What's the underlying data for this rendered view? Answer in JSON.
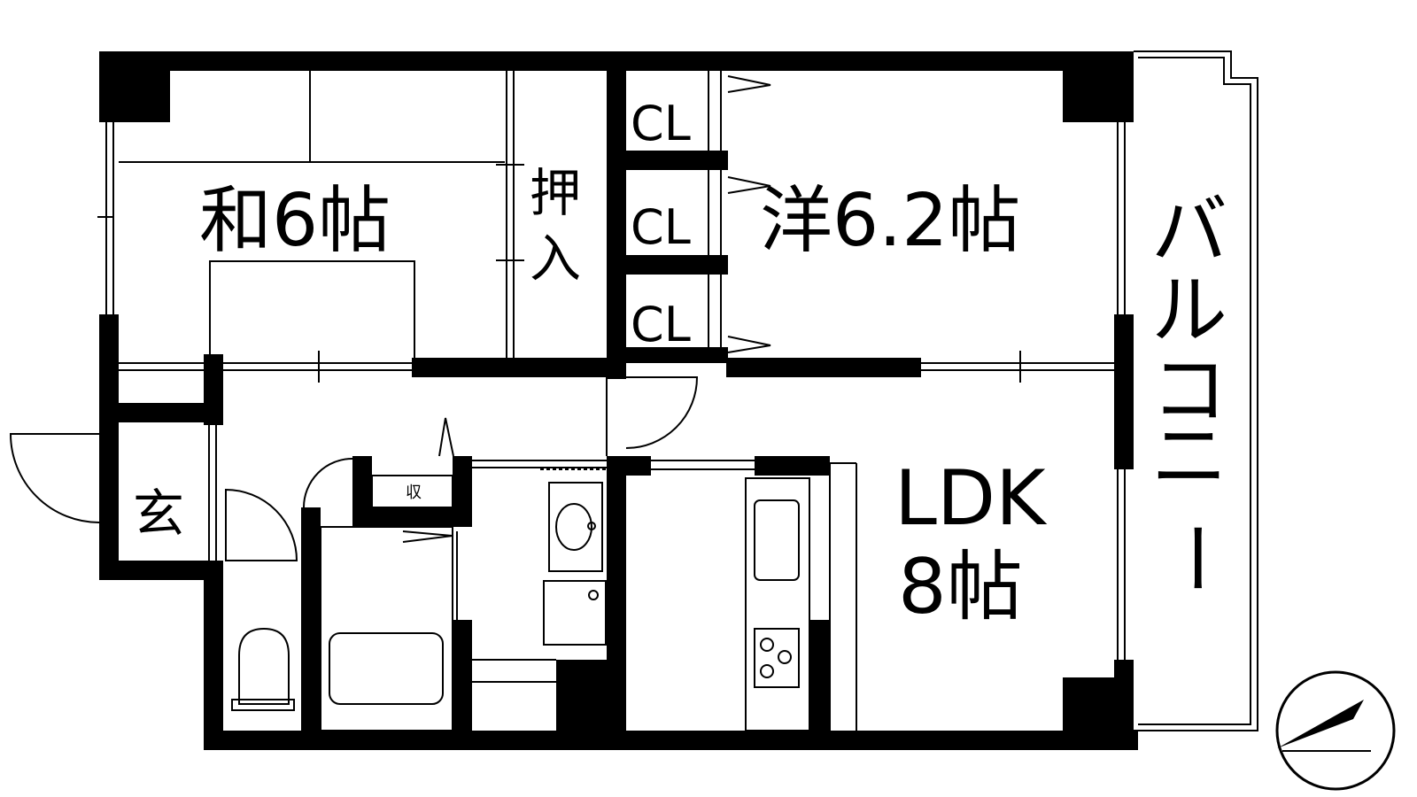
{
  "floorplan": {
    "rooms": {
      "japanese": "和6帖",
      "western": "洋6.2帖",
      "ldk_name": "LDK",
      "ldk_size": "8帖",
      "entrance": "玄",
      "storage_small": "収"
    },
    "closets": [
      "CL",
      "CL",
      "CL"
    ],
    "oshiire": [
      "押",
      "入"
    ],
    "balcony": [
      "バ",
      "ル",
      "コ",
      "ニ",
      "ー"
    ]
  },
  "colors": {
    "wall": "#000000",
    "background": "#ffffff",
    "line": "#000000"
  }
}
